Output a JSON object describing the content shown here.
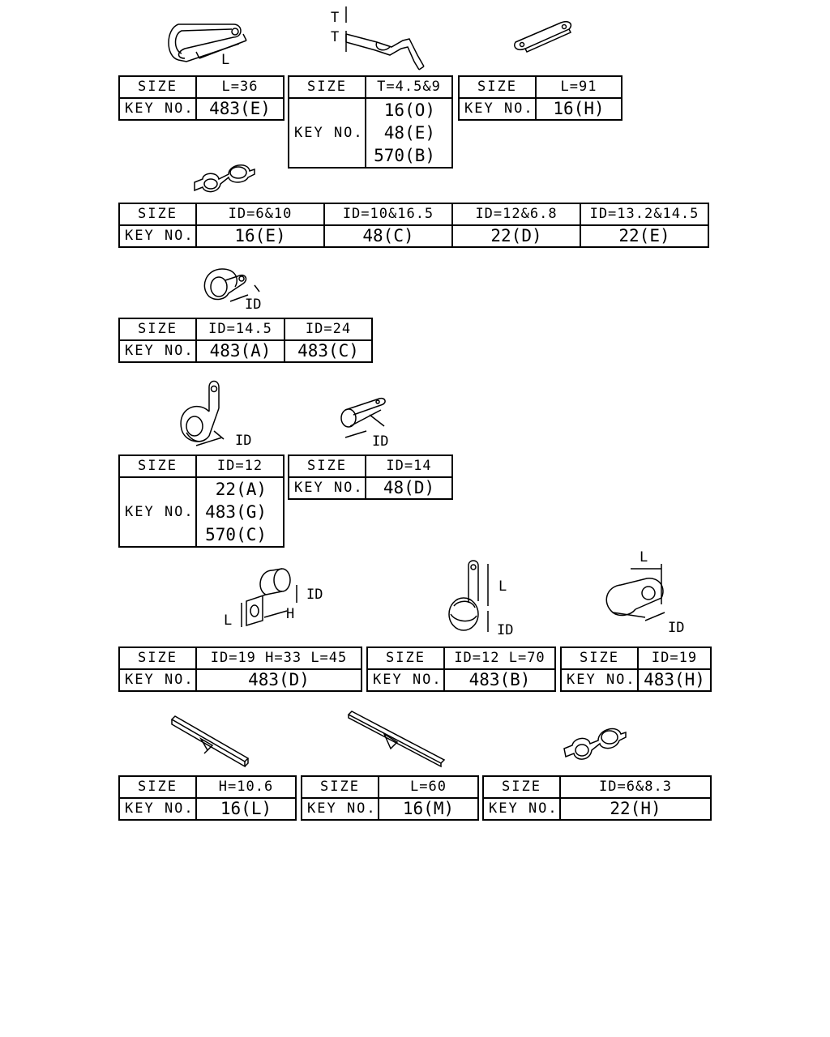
{
  "labels": {
    "size": "SIZE",
    "key_no": "KEY NO."
  },
  "dims": {
    "t": "T",
    "l": "L",
    "id": "ID",
    "h": "H"
  },
  "t1": {
    "size": "L=36",
    "key": "483(E)"
  },
  "t2": {
    "size": "T=4.5&9",
    "keys": [
      "16(O)",
      "48(E)",
      "570(B)"
    ]
  },
  "t3": {
    "size": "L=91",
    "key": "16(H)"
  },
  "t4": {
    "sizes": [
      "ID=6&10",
      "ID=10&16.5",
      "ID=12&6.8",
      "ID=13.2&14.5"
    ],
    "keys": [
      "16(E)",
      "48(C)",
      "22(D)",
      "22(E)"
    ]
  },
  "t5": {
    "sizes": [
      "ID=14.5",
      "ID=24"
    ],
    "keys": [
      "483(A)",
      "483(C)"
    ]
  },
  "t6": {
    "size": "ID=12",
    "keys": [
      "22(A)",
      "483(G)",
      "570(C)"
    ]
  },
  "t7": {
    "size": "ID=14",
    "key": "48(D)"
  },
  "t8": {
    "size": "ID=19 H=33 L=45",
    "key": "483(D)"
  },
  "t9": {
    "size": "ID=12 L=70",
    "key": "483(B)"
  },
  "t10": {
    "size": "ID=19",
    "key": "483(H)"
  },
  "t11": {
    "size": "H=10.6",
    "key": "16(L)"
  },
  "t12": {
    "size": "L=60",
    "key": "16(M)"
  },
  "t13": {
    "size": "ID=6&8.3",
    "key": "22(H)"
  }
}
